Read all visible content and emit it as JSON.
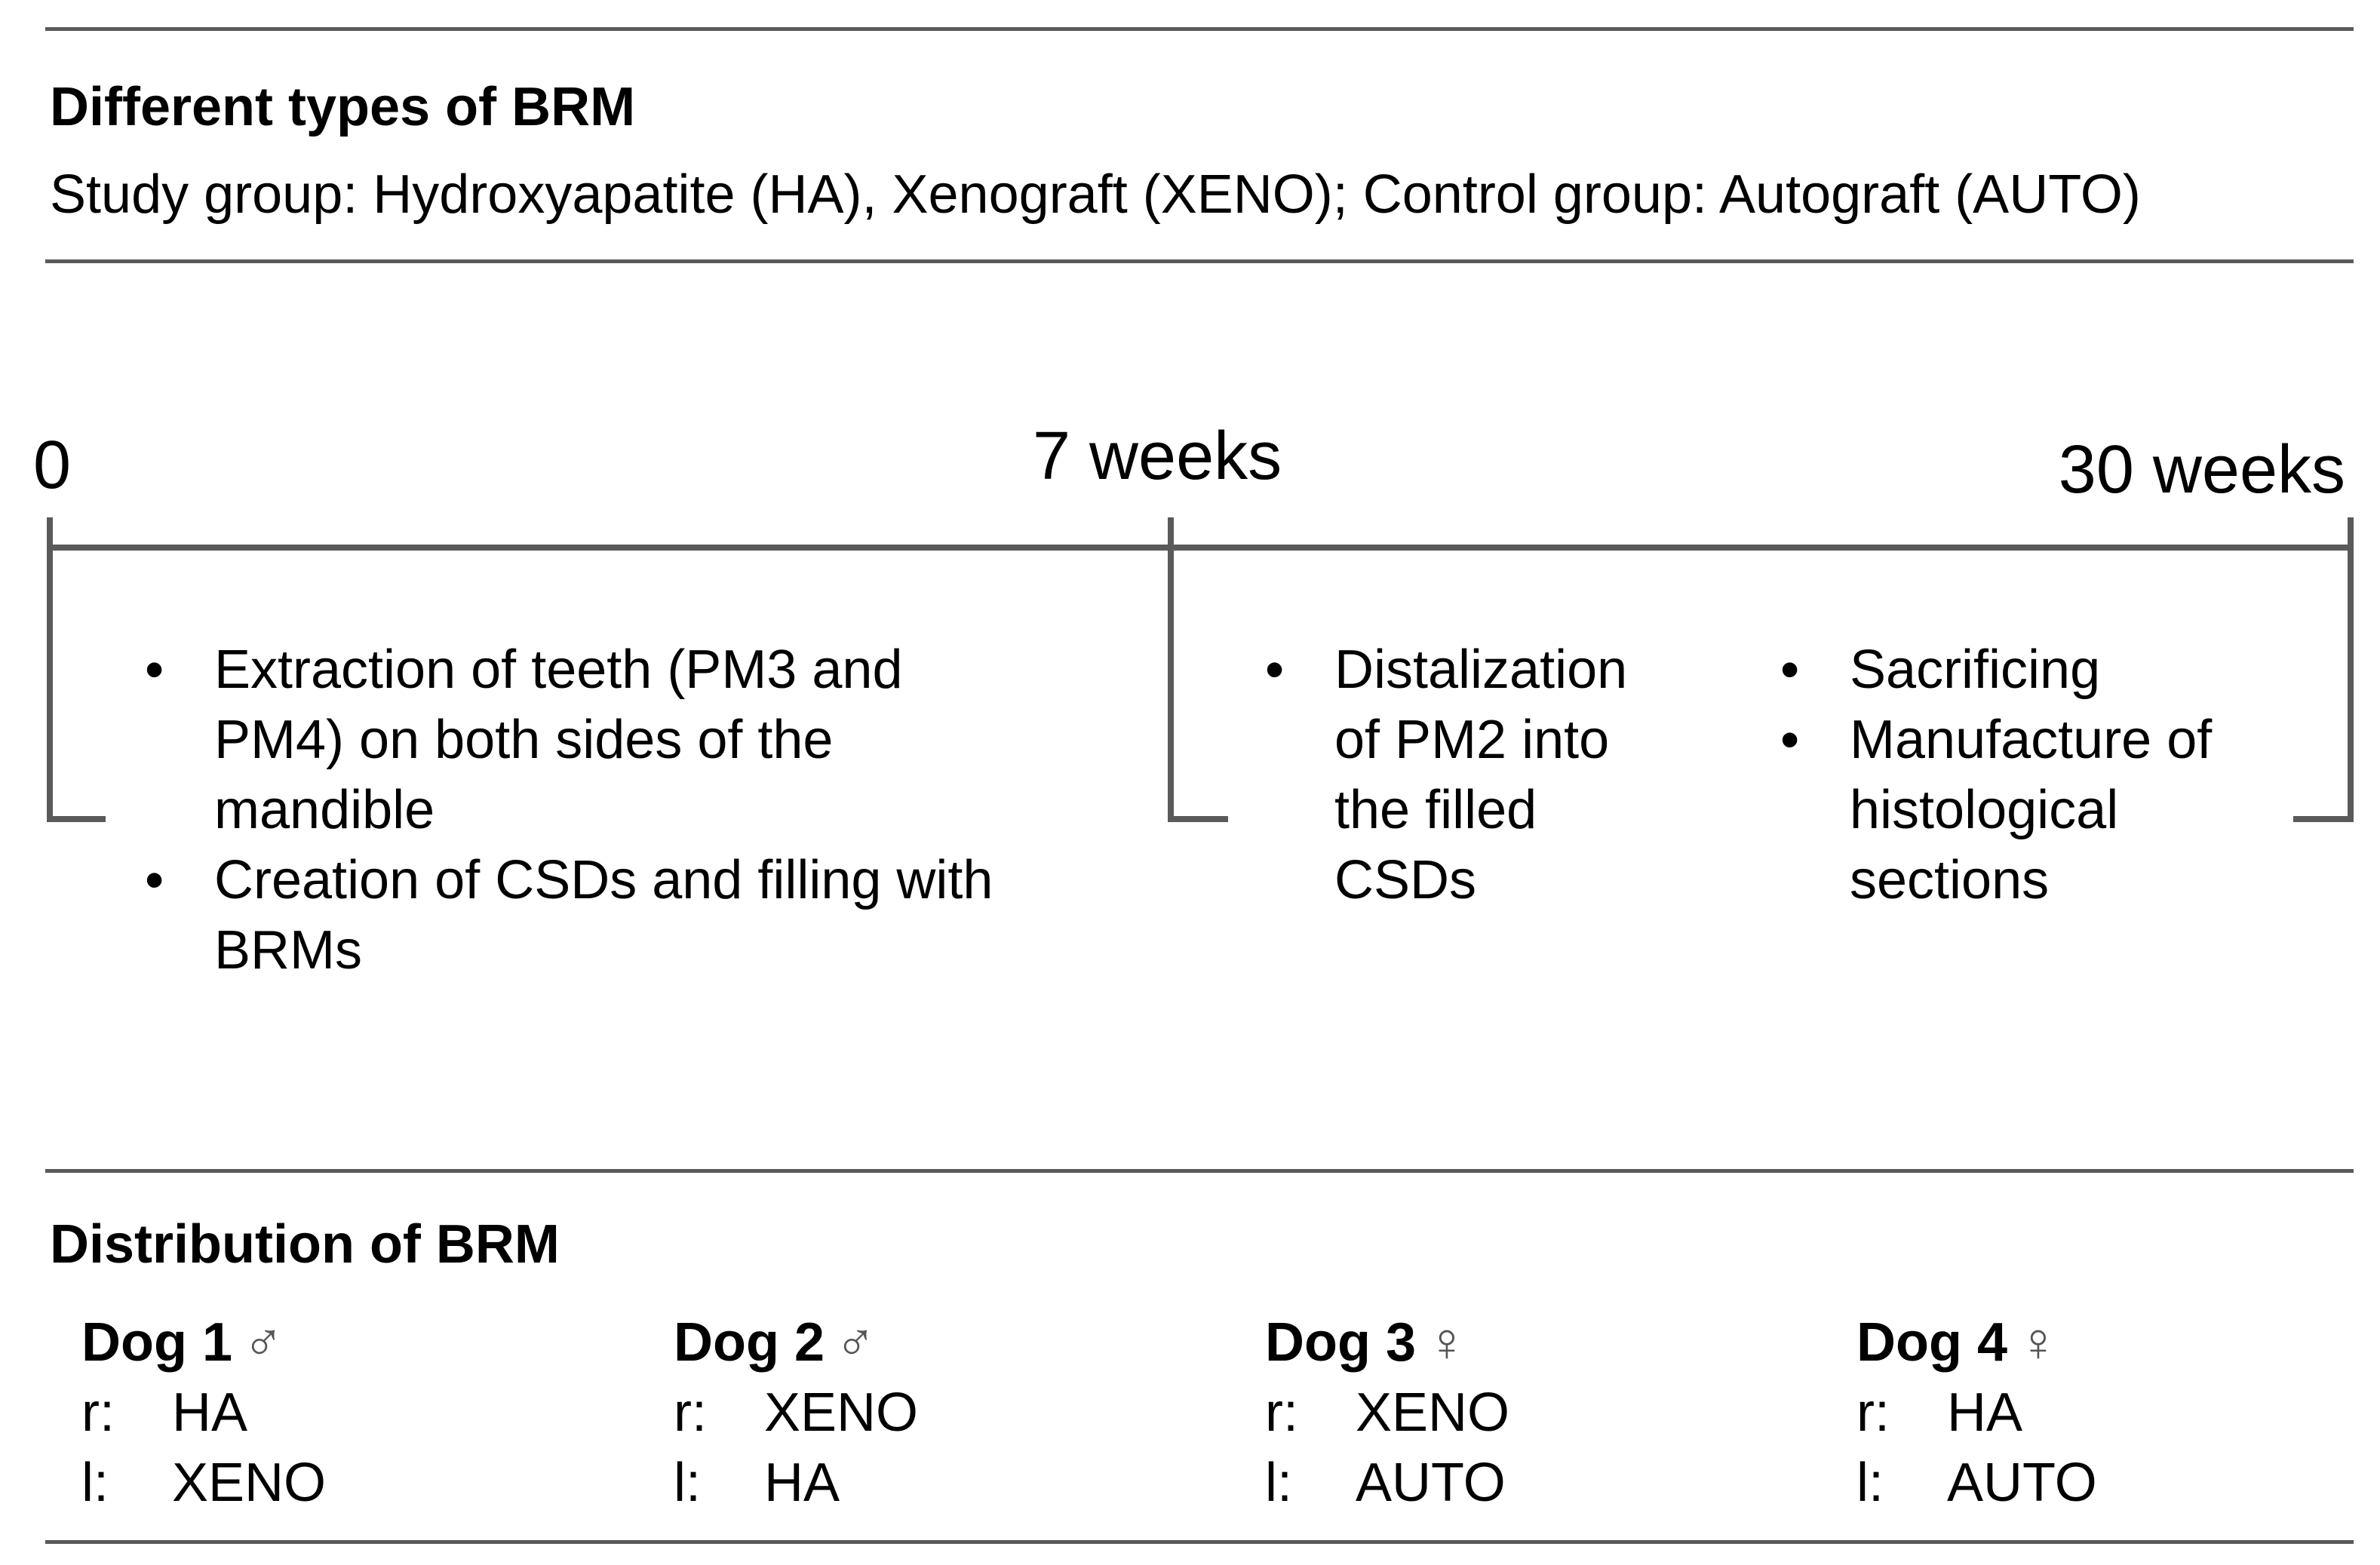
{
  "brm_types": {
    "heading": "Different types of BRM",
    "description": "Study group: Hydroxyapatite (HA), Xenograft (XENO); Control group:  Autograft (AUTO)"
  },
  "timeline": {
    "markers": [
      {
        "label": "0"
      },
      {
        "label": "7 weeks"
      },
      {
        "label": "30 weeks"
      }
    ],
    "phase1": [
      "Extraction of teeth (PM3 and PM4) on both sides of the mandible",
      "Creation of CSDs and filling with BRMs"
    ],
    "phase2a": [
      "Distalization of PM2 into the filled CSDs"
    ],
    "phase2b": [
      "Sacrificing",
      "Manufacture of histological sections"
    ]
  },
  "distribution": {
    "heading": "Distribution of BRM",
    "dogs": [
      {
        "name": "Dog 1",
        "sex_symbol": "♂",
        "right_label": "r:",
        "right_value": "HA",
        "left_label": "l:",
        "left_value": "XENO"
      },
      {
        "name": "Dog 2",
        "sex_symbol": "♂",
        "right_label": "r:",
        "right_value": "XENO",
        "left_label": "l:",
        "left_value": "HA"
      },
      {
        "name": "Dog 3",
        "sex_symbol": "♀",
        "right_label": "r:",
        "right_value": "XENO",
        "left_label": "l:",
        "left_value": "AUTO"
      },
      {
        "name": "Dog 4",
        "sex_symbol": "♀",
        "right_label": "r:",
        "right_value": "HA",
        "left_label": "l:",
        "left_value": "AUTO"
      }
    ]
  }
}
